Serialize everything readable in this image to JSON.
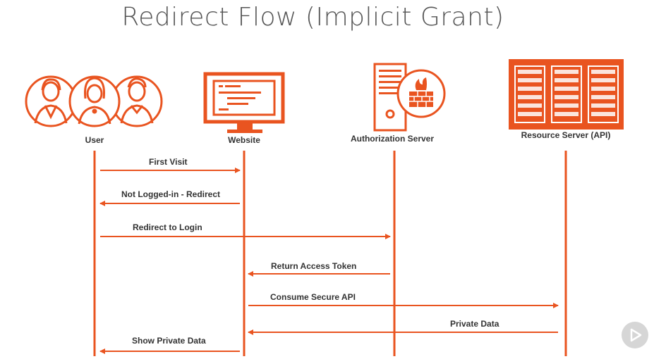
{
  "title": "Redirect Flow (Implicit Grant)",
  "colors": {
    "accent": "#E95420",
    "lifeline": "#E95420",
    "text": "#333333",
    "title": "#555555"
  },
  "actors": {
    "user": "User",
    "website": "Website",
    "auth_server": "Authorization Server",
    "resource_server": "Resource Server (API)"
  },
  "messages": {
    "m1": "First Visit",
    "m2": "Not Logged-in - Redirect",
    "m3": "Redirect to Login",
    "m4": "Return Access Token",
    "m5": "Consume Secure API",
    "m6": "Private Data",
    "m7": "Show Private Data"
  },
  "icons": [
    "users-icon",
    "monitor-code-icon",
    "server-firewall-icon",
    "server-rack-icon",
    "play-icon"
  ]
}
